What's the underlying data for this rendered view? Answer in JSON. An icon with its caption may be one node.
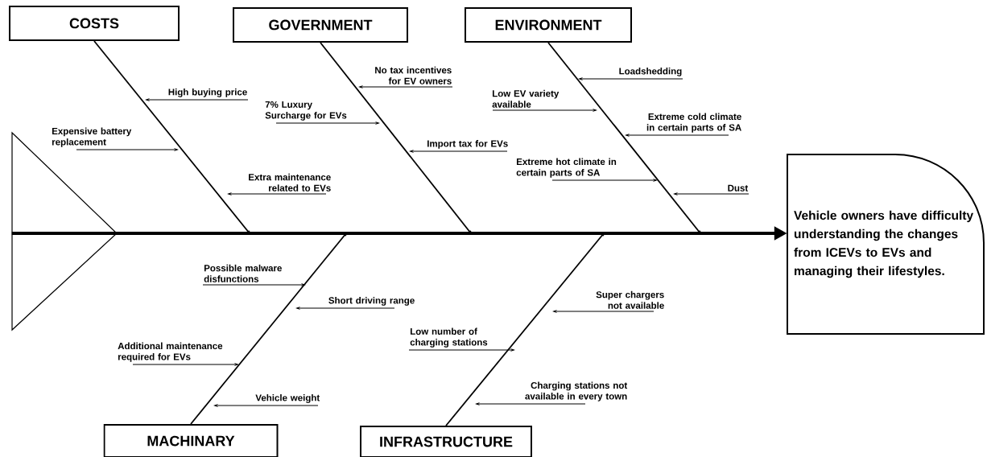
{
  "diagram": {
    "nodes": [
      {
        "text": [
          "COSTS"
        ]
      },
      {
        "text": [
          "GOVERNMENT"
        ]
      },
      {
        "text": [
          "ENVIRONMENT"
        ]
      },
      {
        "text": [],
        "shape": "triangle"
      },
      {
        "text": [
          "Vehicle owners have difficulty understanding the changes from ICEVs to EVs and managing their lifestyles."
        ]
      },
      {
        "text": [
          "MACHINARY"
        ]
      },
      {
        "text": [
          "INFRASTRUCTURE"
        ]
      },
      {
        "text": [
          "High buying price"
        ]
      },
      {
        "text": [
          "Expensive battery replacement"
        ]
      },
      {
        "text": [
          "Extra maintenance related to EVs"
        ]
      },
      {
        "text": [
          "No tax incentives for EV owners"
        ]
      },
      {
        "text": [
          "7% Luxury Surcharge for EVs"
        ]
      },
      {
        "text": [
          "Import tax for EVs"
        ]
      },
      {
        "text": [
          "Low EV variety available"
        ]
      },
      {
        "text": [
          "Loadshedding"
        ]
      },
      {
        "text": [
          "Extreme cold climate in certain parts of SA"
        ]
      },
      {
        "text": [
          "Extreme hot climate in certain parts of SA"
        ]
      },
      {
        "text": [
          "Dust"
        ]
      },
      {
        "text": [
          "Possible malware disfunctions"
        ]
      },
      {
        "text": [
          "Short driving range"
        ]
      },
      {
        "text": [
          "Additional maintenance required for EVs"
        ]
      },
      {
        "text": [
          "Vehicle weight"
        ]
      },
      {
        "text": [
          "Super chargers not available"
        ]
      },
      {
        "text": [
          "Low number of charging stations"
        ]
      },
      {
        "text": [
          "Charging stations not available in every town"
        ]
      }
    ],
    "edges": [
      {
        "from": 3,
        "to": 4,
        "arrow": "to",
        "style": "thick"
      },
      {
        "from": 0,
        "to": null,
        "arrow": "other"
      },
      {
        "from": 1,
        "to": null,
        "arrow": "other"
      },
      {
        "from": 2,
        "to": null,
        "arrow": "other"
      },
      {
        "from": 5,
        "to": null,
        "arrow": "other"
      },
      {
        "from": 6,
        "to": null,
        "arrow": "other"
      },
      {
        "from": 7,
        "to": null,
        "arrow": "to"
      },
      {
        "from": 8,
        "to": null,
        "arrow": "to"
      },
      {
        "from": 9,
        "to": null,
        "arrow": "to"
      },
      {
        "from": 10,
        "to": null,
        "arrow": "to"
      },
      {
        "from": 11,
        "to": null,
        "arrow": "to"
      },
      {
        "from": 12,
        "to": null,
        "arrow": "to"
      },
      {
        "from": 13,
        "to": null,
        "arrow": "to"
      },
      {
        "from": 14,
        "to": null,
        "arrow": "to"
      },
      {
        "from": 15,
        "to": null,
        "arrow": "to"
      },
      {
        "from": 16,
        "to": null,
        "arrow": "to"
      },
      {
        "from": 17,
        "to": null,
        "arrow": "to"
      },
      {
        "from": 18,
        "to": null,
        "arrow": "to"
      },
      {
        "from": 19,
        "to": null,
        "arrow": "to"
      },
      {
        "from": 20,
        "to": null,
        "arrow": "to"
      },
      {
        "from": 21,
        "to": null,
        "arrow": "to"
      },
      {
        "from": 22,
        "to": null,
        "arrow": "to"
      },
      {
        "from": 23,
        "to": null,
        "arrow": "to"
      },
      {
        "from": 24,
        "to": null,
        "arrow": "to"
      }
    ]
  }
}
